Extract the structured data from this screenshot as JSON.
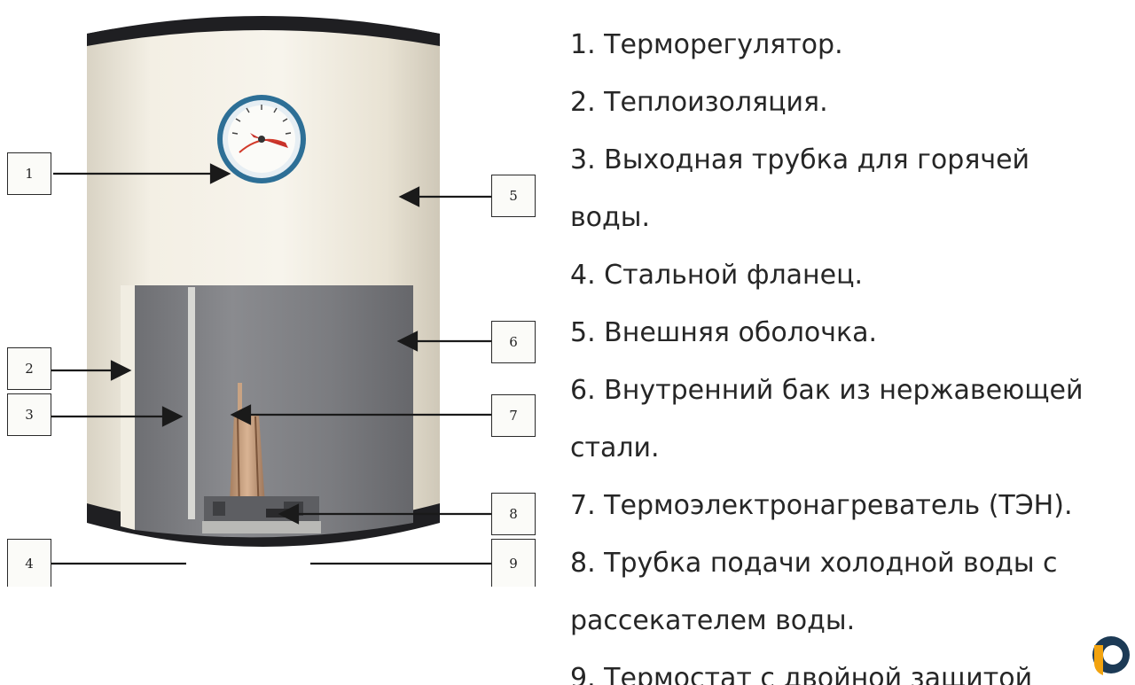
{
  "callouts": [
    "1",
    "2",
    "3",
    "4",
    "5",
    "6",
    "7",
    "8",
    "9"
  ],
  "legend": {
    "items": [
      "1. Терморегулятор.",
      "2. Теплоизоляция.",
      "3. Выходная трубка для горячей",
      "воды.",
      "4. Стальной фланец.",
      "5. Внешняя оболочка.",
      "6. Внутренний бак из нержавеющей",
      "стали.",
      "7. Термоэлектронагреватель (ТЭН).",
      "8. Трубка подачи холодной воды с",
      "рассекателем воды.",
      "9. Термостат с двойной защитой"
    ]
  },
  "colors": {
    "shell": "#efeadc",
    "tank": "#7f8084",
    "band": "#1f1f22",
    "gauge_ring": "#2d6f96",
    "logo_orange": "#f2a30f",
    "logo_dark": "#1c3a55"
  },
  "icons": {
    "gauge": "thermometer-gauge-icon",
    "logo": "brand-logo-icon"
  }
}
